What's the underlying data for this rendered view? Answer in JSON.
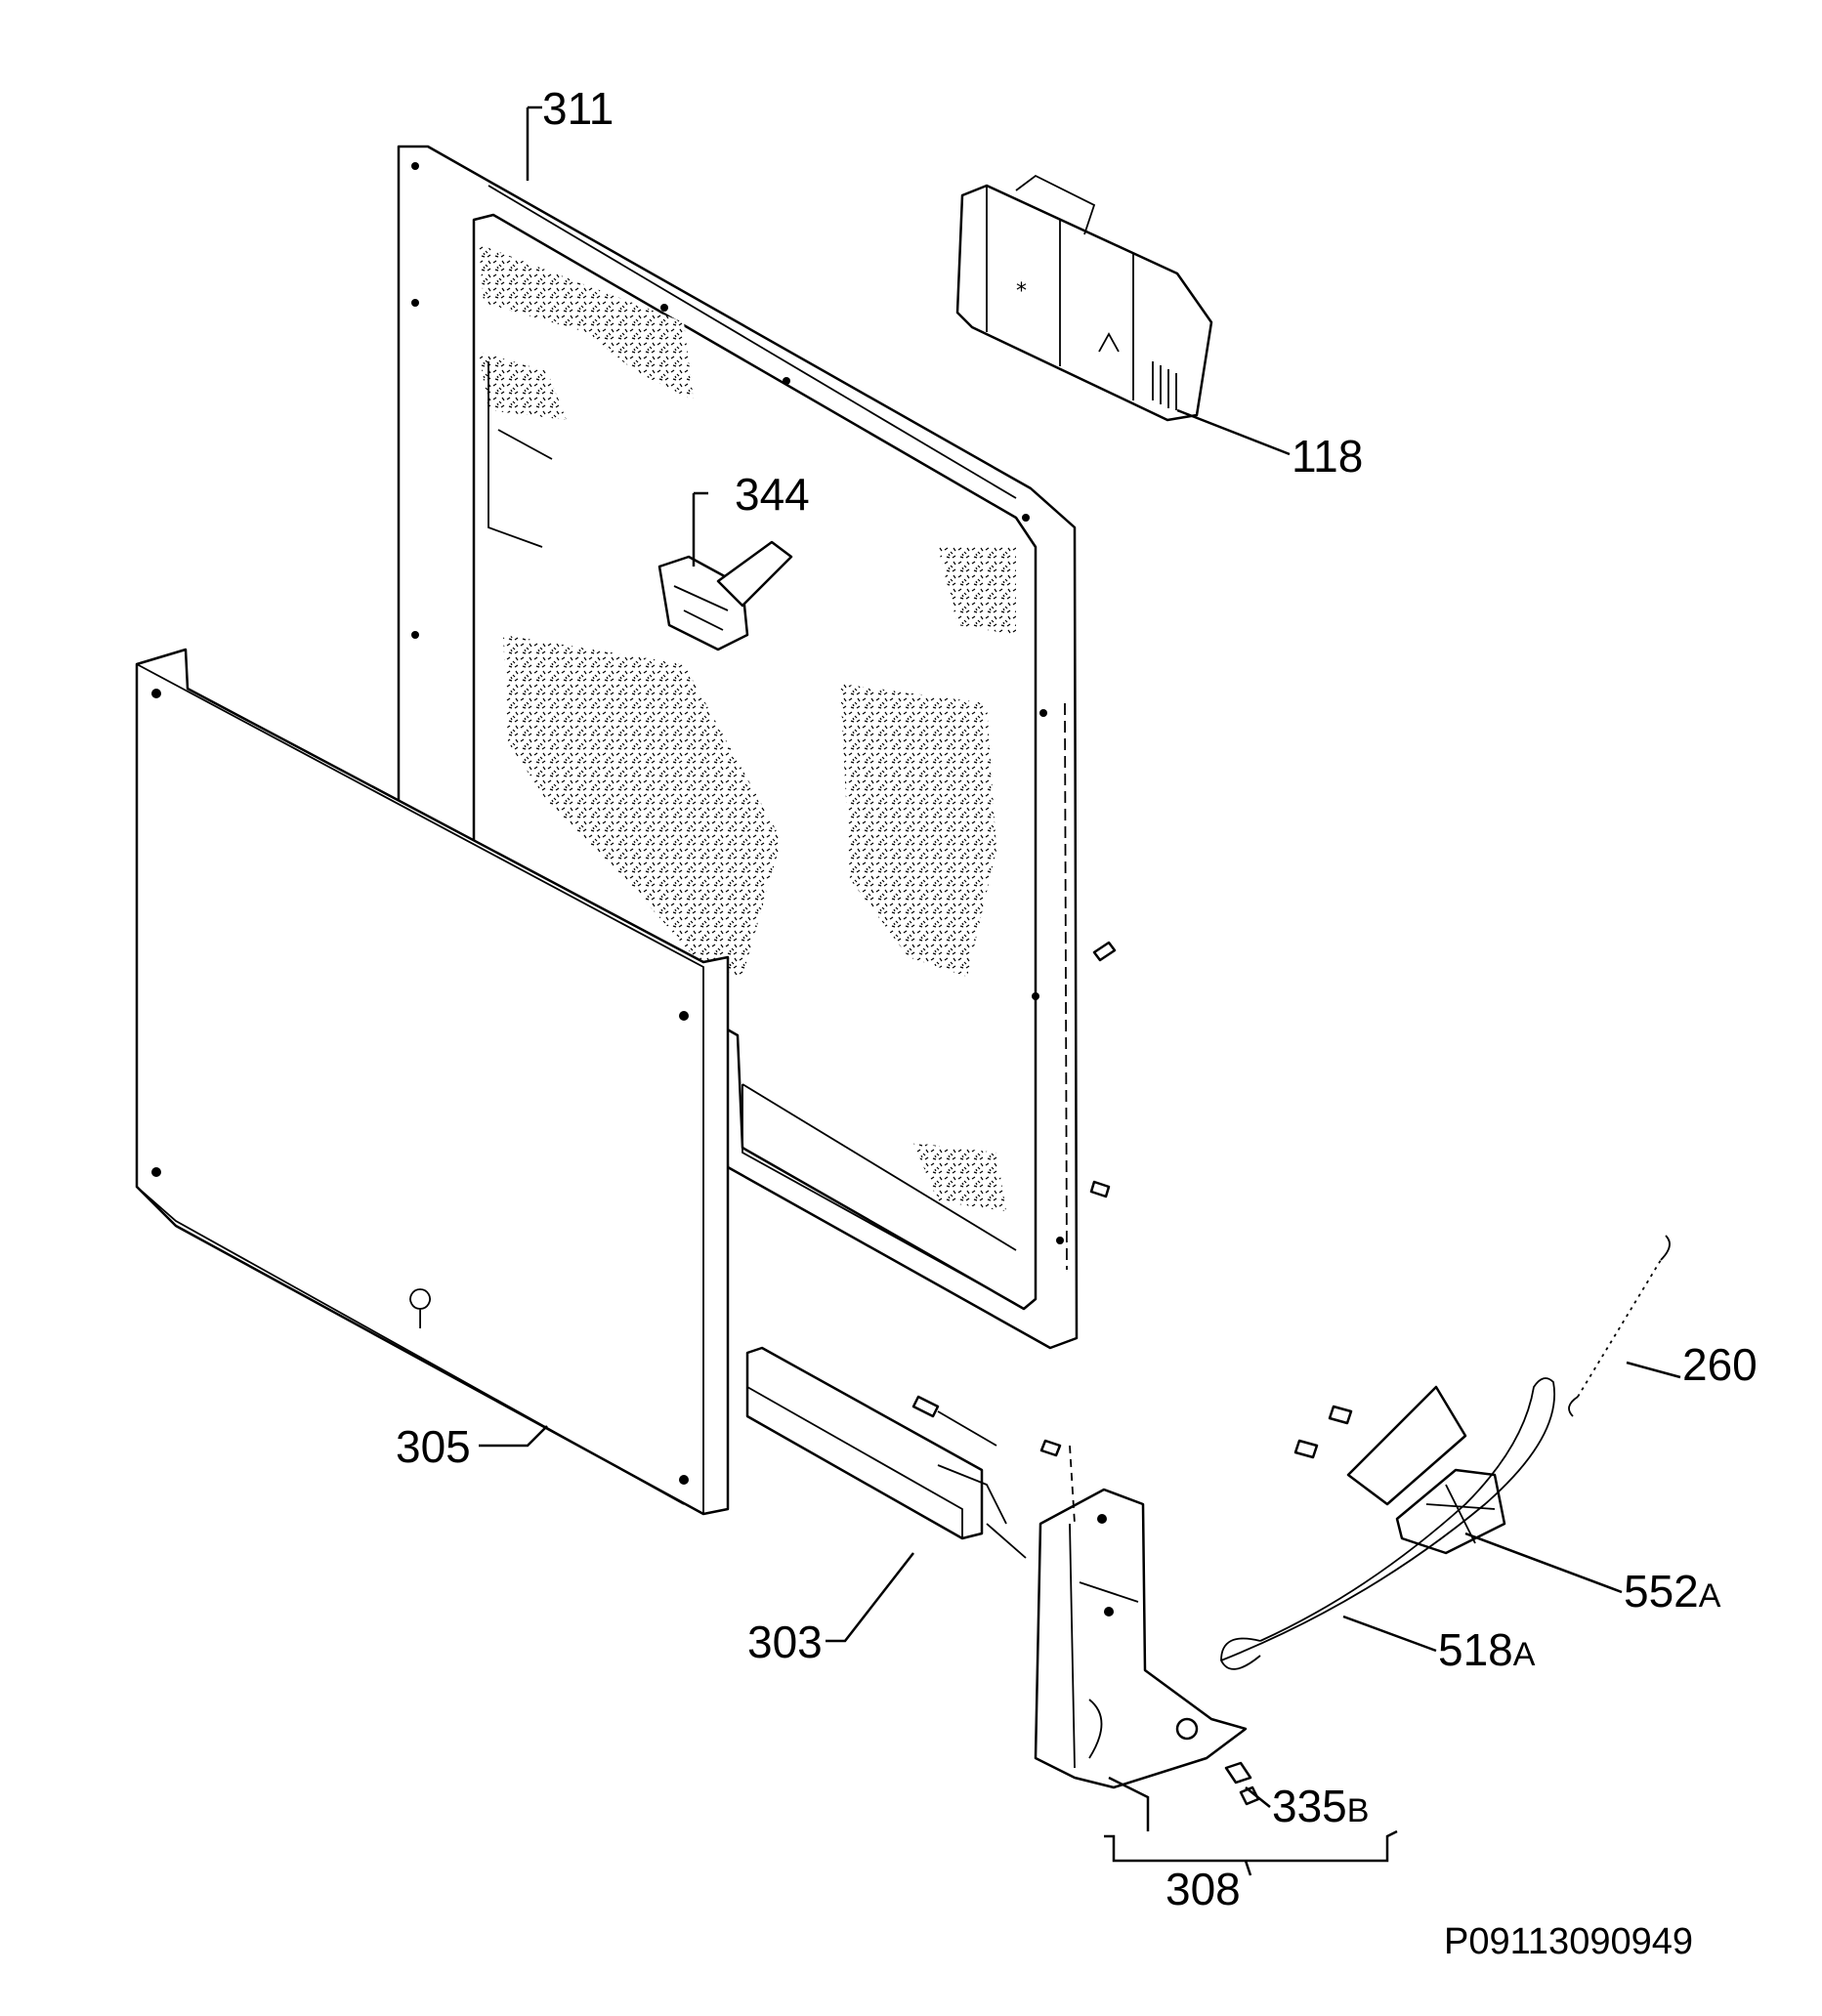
{
  "diagram": {
    "code": "P09113090949",
    "parts": [
      {
        "number": "311",
        "suffix": ""
      },
      {
        "number": "118",
        "suffix": ""
      },
      {
        "number": "344",
        "suffix": ""
      },
      {
        "number": "305",
        "suffix": ""
      },
      {
        "number": "260",
        "suffix": ""
      },
      {
        "number": "552",
        "suffix": "A"
      },
      {
        "number": "518",
        "suffix": "A"
      },
      {
        "number": "303",
        "suffix": ""
      },
      {
        "number": "335",
        "suffix": "B"
      },
      {
        "number": "308",
        "suffix": ""
      }
    ]
  }
}
